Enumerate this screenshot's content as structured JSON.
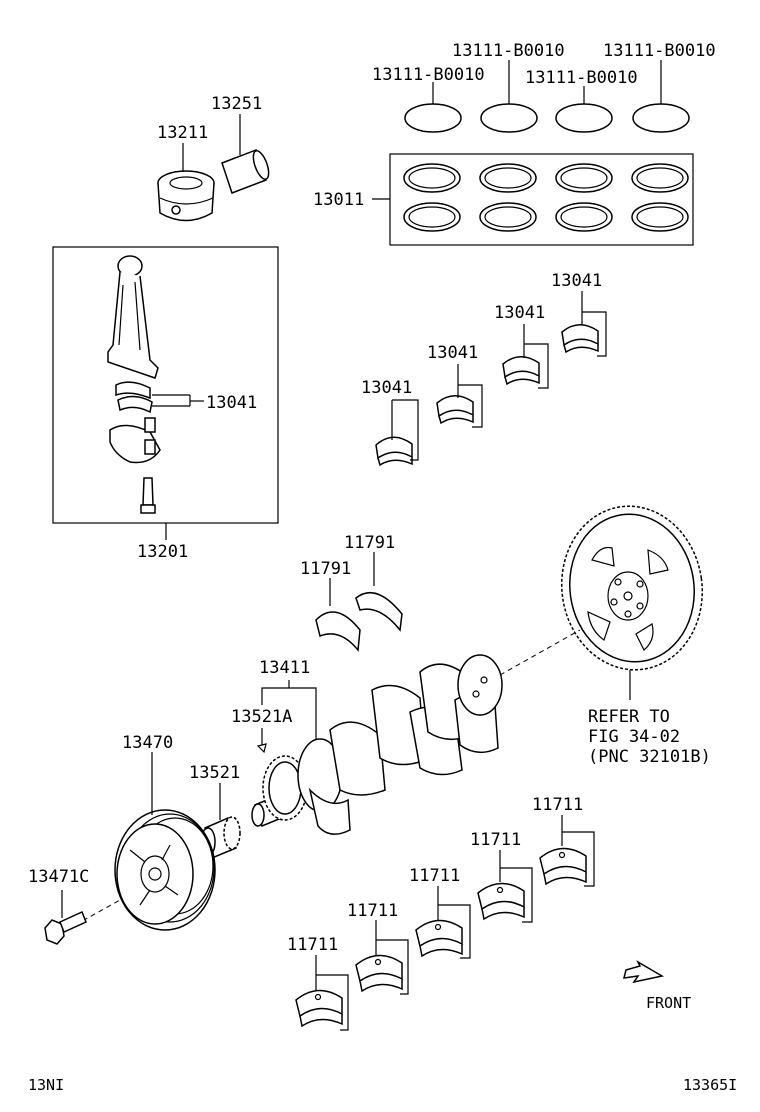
{
  "callouts": {
    "ring_a": "13111-B0010",
    "ring_b": "13111-B0010",
    "ring_c": "13111-B0010",
    "ring_d": "13111-B0010",
    "pin": "13251",
    "piston": "13211",
    "ring_set": "13011",
    "rod_bearing_1": "13041",
    "rod_bearing_2": "13041",
    "rod_bearing_3": "13041",
    "rod_bearing_4": "13041",
    "rod_bearing_box": "13041",
    "rod_assy": "13201",
    "thrust_1": "11791",
    "thrust_2": "11791",
    "crankshaft": "13411",
    "key": "13521A",
    "timing_gear": "13521",
    "pulley": "13470",
    "pulley_bolt": "13471C",
    "main_bearing_1": "11711",
    "main_bearing_2": "11711",
    "main_bearing_3": "11711",
    "main_bearing_4": "11711",
    "main_bearing_5": "11711"
  },
  "refer": {
    "line1": "REFER TO",
    "line2": "FIG 34-02",
    "line3": "(PNC 32101B)"
  },
  "front_label": "FRONT",
  "footer": {
    "left": "13NI",
    "right": "13365I"
  }
}
